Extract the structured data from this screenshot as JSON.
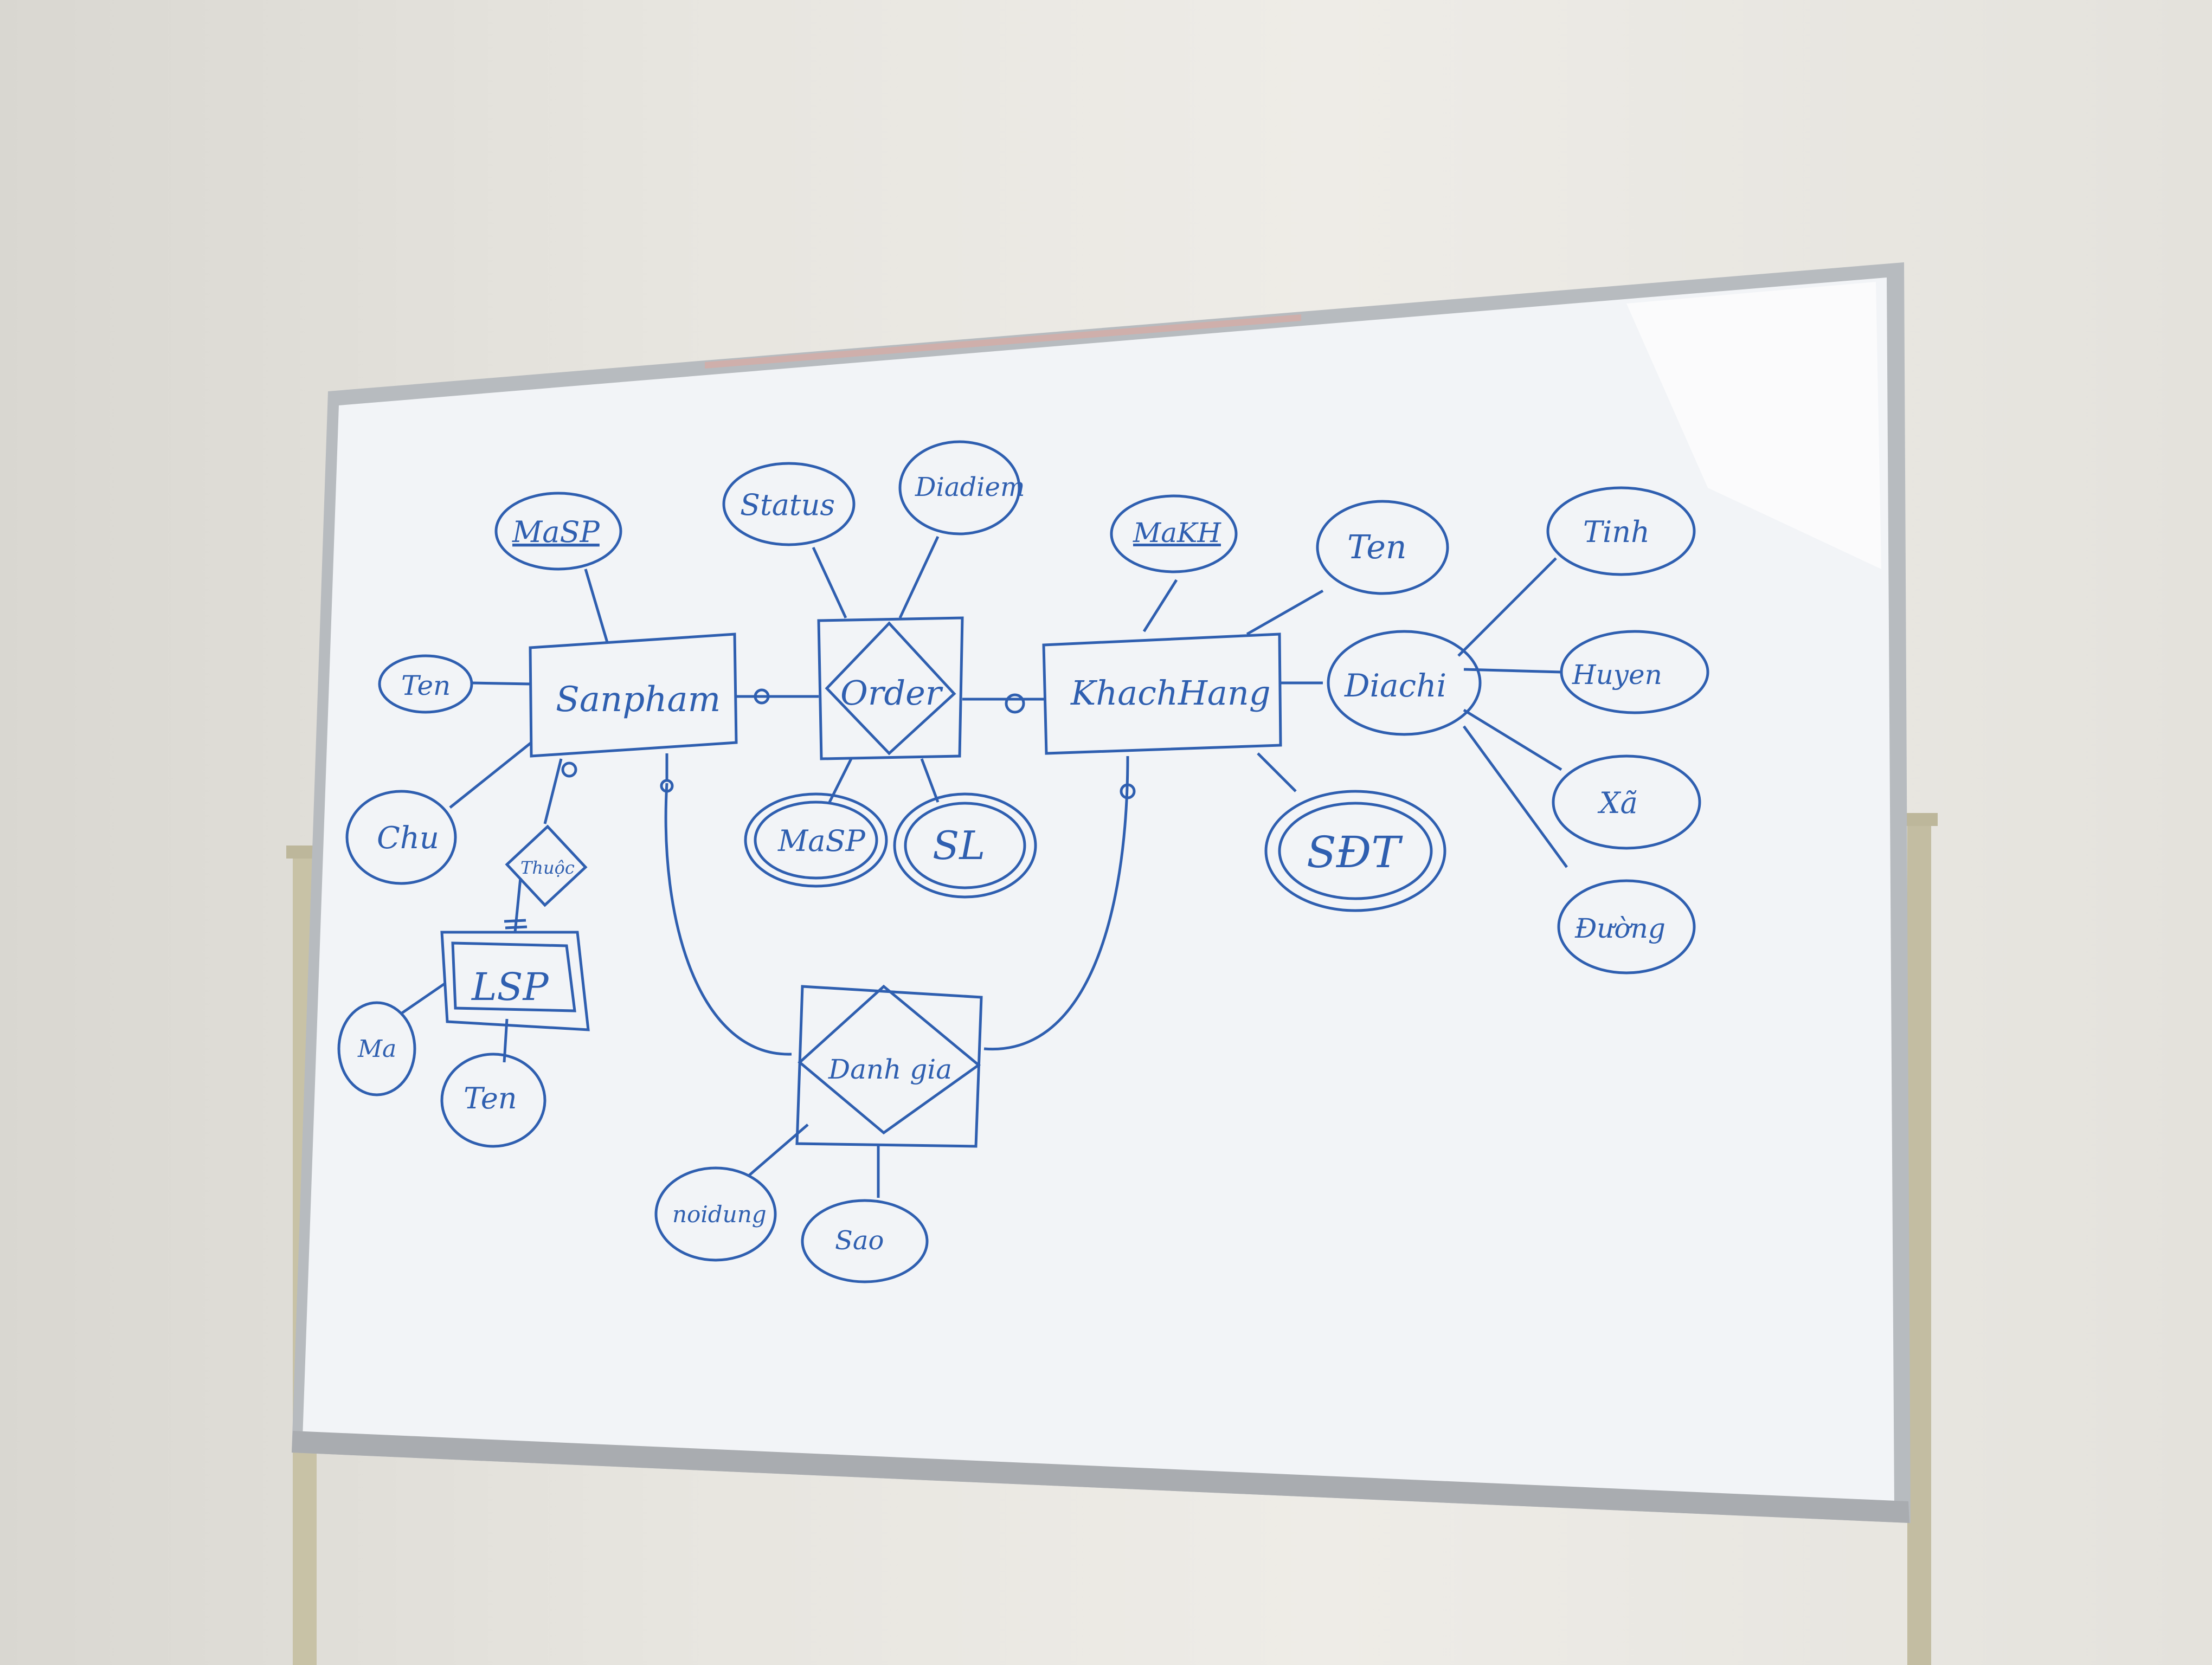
{
  "colors": {
    "wall": "#e6e4de",
    "board": "#f3f5f8",
    "frame": "#b9bcc0",
    "stand": "#c9c4a8",
    "ink": "#2f5fb0"
  },
  "entities": {
    "sanpham": "Sanpham",
    "khachhang": "KhachHang",
    "lsp": "LSP"
  },
  "relationships": {
    "order": "Order",
    "danhgia": "Danh gia",
    "thuoc": "Thuộc"
  },
  "attributes": {
    "masp": "MaSP",
    "ten_sp": "Ten",
    "chu": "Chu",
    "status": "Status",
    "diadiem": "Diadiem",
    "order_masp": "MaSP",
    "sl": "SL",
    "makh": "MaKH",
    "ten_kh": "Ten",
    "diachi": "Diachi",
    "sdt": "SĐT",
    "tinh": "Tinh",
    "huyen": "Huyen",
    "xa": "Xã",
    "duong": "Đường",
    "lsp_ma": "Ma",
    "lsp_ten": "Ten",
    "noidung": "noidung",
    "sao": "Sao"
  }
}
